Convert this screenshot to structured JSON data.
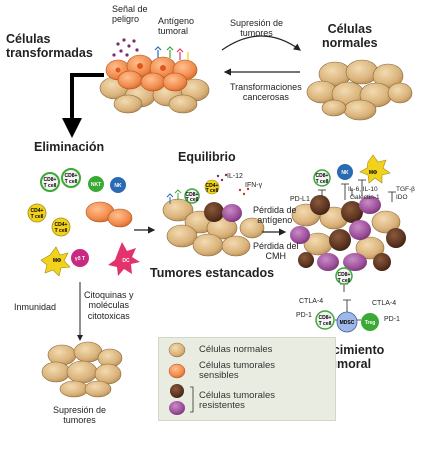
{
  "labels": {
    "transformadas": [
      "Células",
      "transformadas"
    ],
    "senal_peligro": [
      "Señal de",
      "peligro"
    ],
    "antigeno_tumoral": [
      "Antígeno",
      "tumoral"
    ],
    "supresion_top": [
      "Supresión de",
      "tumores"
    ],
    "normales": [
      "Células",
      "normales"
    ],
    "transformaciones": [
      "Transformaciones",
      "cancerosas"
    ],
    "eliminacion": "Eliminación",
    "equilibrio": "Equilibrio",
    "il12": "IL-12",
    "ifn": "IFN-γ",
    "perdida_antigeno": [
      "Pérdida de",
      "antígeno"
    ],
    "perdida_cmh": [
      "Pérdida del",
      "CMH"
    ],
    "tumores_estancados": "Tumores estancados",
    "inmunidad": "Inmunidad",
    "citoquinas": [
      "Citoquinas y",
      "moléculas",
      "citotoxicas"
    ],
    "supresion_bottom": [
      "Supresión de",
      "tumores"
    ],
    "crecimiento": [
      "Crecimiento",
      "tumoral"
    ],
    "pd_l1": "PD-L1",
    "il6": "IL-6, IL-10",
    "galectin": "Galectin-1",
    "tgf": "TGF-β",
    "ido": "IDO",
    "ctla4_left": "CTLA-4",
    "pd1_left": "PD-1",
    "ctla4_right": "CTLA-4",
    "pd1_right": "PD-1"
  },
  "cell_labels": {
    "cd8_t": [
      "CD8+",
      "T cell"
    ],
    "cd4_t": [
      "CD4+",
      "T cell"
    ],
    "nkt": "NKT",
    "nk": "NK",
    "gdt": "γδ T",
    "dc": "DC",
    "m0": "MΦ",
    "mdsc": "MDSC",
    "treg": "Treg"
  },
  "legend": {
    "normales": "Células normales",
    "sensibles": [
      "Células tumorales",
      "sensibles"
    ],
    "resistentes": [
      "Células tumorales",
      "resistentes"
    ]
  },
  "colors": {
    "normal_cell": "#d9b27a",
    "sensitive_cell": "#f08a4b",
    "resistant_dark": "#5a3320",
    "resistant_purple": "#9b4e9a",
    "cd8_green": "#3aaa35",
    "nk_blue": "#2a6ab3",
    "macrophage_yellow": "#f2d21c",
    "dc_pink": "#e2336d"
  }
}
